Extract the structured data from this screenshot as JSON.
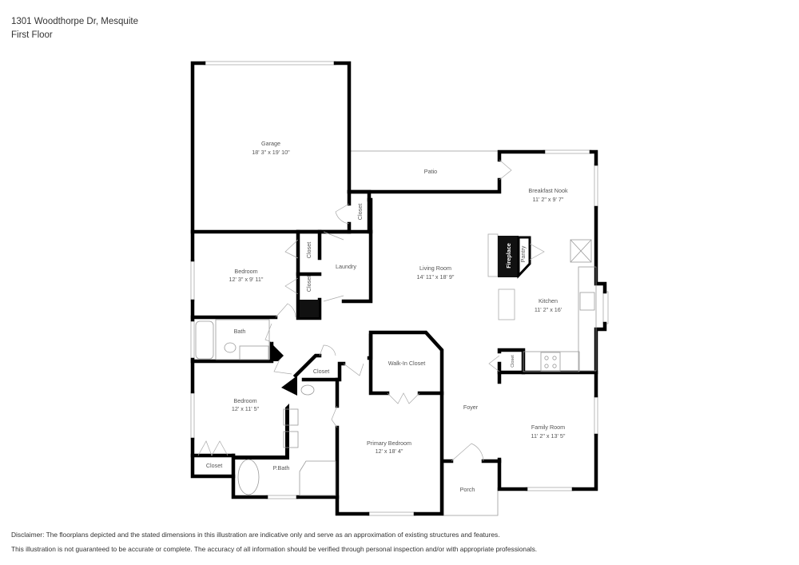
{
  "header": {
    "address": "1301 Woodthorpe Dr, Mesquite",
    "floor": "First Floor"
  },
  "rooms": {
    "garage": {
      "name": "Garage",
      "dims": "18' 3\" x 19' 10\""
    },
    "patio": {
      "name": "Patio"
    },
    "closet_garage": {
      "name": "Closet"
    },
    "breakfast_nook": {
      "name": "Breakfast Nook",
      "dims": "11' 2\" x 9' 7\""
    },
    "bedroom_1": {
      "name": "Bedroom",
      "dims": "12' 3\" x 9' 11\""
    },
    "closet_b1a": {
      "name": "Closet"
    },
    "closet_b1b": {
      "name": "Closet"
    },
    "laundry": {
      "name": "Laundry"
    },
    "living_room": {
      "name": "Living Room",
      "dims": "14' 11\" x 18' 9\""
    },
    "fireplace": {
      "name": "Fireplace"
    },
    "pantry": {
      "name": "Pantry"
    },
    "kitchen": {
      "name": "Kitchen",
      "dims": "11' 2\" x 16'"
    },
    "closet_kitchen": {
      "name": "Closet"
    },
    "bath": {
      "name": "Bath"
    },
    "closet_hall": {
      "name": "Closet"
    },
    "walk_in_closet": {
      "name": "Walk-In Closet"
    },
    "bedroom_2": {
      "name": "Bedroom",
      "dims": "12' x 11' 5\""
    },
    "closet_b2": {
      "name": "Closet"
    },
    "p_bath": {
      "name": "P.Bath"
    },
    "primary_bedroom": {
      "name": "Primary Bedroom",
      "dims": "12' x 18' 4\""
    },
    "foyer": {
      "name": "Foyer"
    },
    "porch": {
      "name": "Porch"
    },
    "family_room": {
      "name": "Family Room",
      "dims": "11' 2\" x 13' 5\""
    }
  },
  "disclaimer": {
    "line1": "Disclaimer: The floorplans depicted and the stated dimensions in this illustration are indicative only and serve as an approximation of existing structures and features.",
    "line2": "This illustration is not guaranteed to be accurate or complete. The accuracy of all information should be verified through personal inspection and/or with appropriate professionals."
  }
}
